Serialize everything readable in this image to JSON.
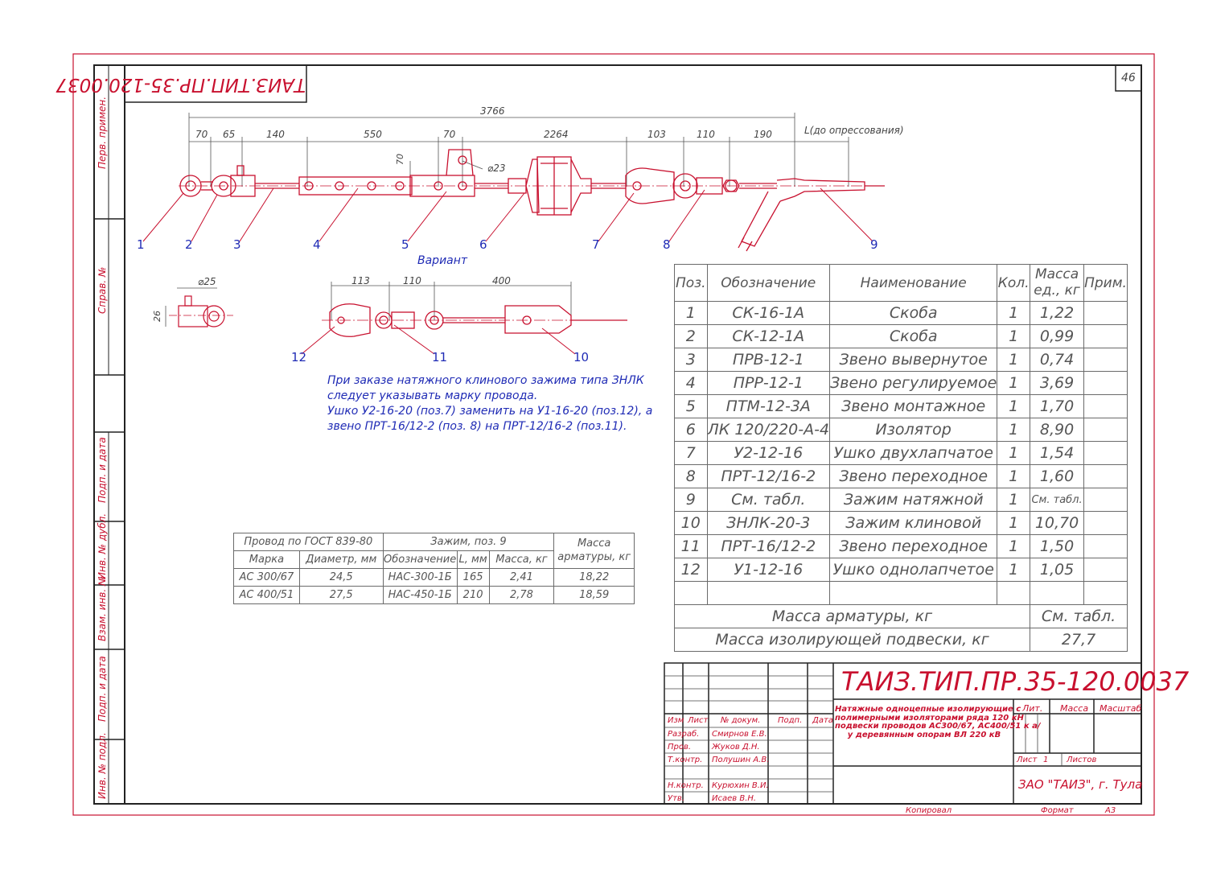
{
  "sheet": {
    "number": "46",
    "mirrored_code": "ТАИЗ.ТИП.ПР.35-120.0037",
    "copied": "Копировал",
    "format_label": "Формат",
    "format_value": "А3"
  },
  "side_strip": [
    "Перв. примен.",
    "Справ. №",
    "Подп. и дата",
    "Инв. № дубл.",
    "Взам. инв. №",
    "Подп. и дата",
    "Инв. № подл."
  ],
  "drawing": {
    "dims": [
      "3766",
      "70",
      "65",
      "140",
      "550",
      "70",
      "2264",
      "103",
      "110",
      "190",
      "L(до опрессования)",
      "70",
      "⌀23"
    ],
    "positions": [
      "1",
      "2",
      "3",
      "4",
      "5",
      "6",
      "7",
      "8",
      "9"
    ],
    "variant_title": "Вариант",
    "variant_dims": [
      "113",
      "110",
      "400"
    ],
    "variant_positions": [
      "12",
      "11",
      "10"
    ],
    "detail_dims": [
      "⌀25",
      "26"
    ]
  },
  "note": [
    "При заказе натяжного клинового зажима типа ЗНЛК",
    "следует указывать марку провода.",
    "Ушко У2-16-20 (поз.7) заменить на У1-16-20 (поз.12), а",
    "звено ПРТ-16/12-2 (поз. 8) на ПРТ-12/16-2 (поз.11)."
  ],
  "spec_table": {
    "headers": [
      "Поз.",
      "Обозначение",
      "Наименование",
      "Кол.",
      "Масса ед., кг",
      "Прим."
    ],
    "rows": [
      [
        "1",
        "СК-16-1А",
        "Скоба",
        "1",
        "1,22",
        ""
      ],
      [
        "2",
        "СК-12-1А",
        "Скоба",
        "1",
        "0,99",
        ""
      ],
      [
        "3",
        "ПРВ-12-1",
        "Звено вывернутое",
        "1",
        "0,74",
        ""
      ],
      [
        "4",
        "ПРР-12-1",
        "Звено регулируемое",
        "1",
        "3,69",
        ""
      ],
      [
        "5",
        "ПТМ-12-3А",
        "Звено монтажное",
        "1",
        "1,70",
        ""
      ],
      [
        "6",
        "ЛК 120/220-А-4",
        "Изолятор",
        "1",
        "8,90",
        ""
      ],
      [
        "7",
        "У2-12-16",
        "Ушко двухлапчатое",
        "1",
        "1,54",
        ""
      ],
      [
        "8",
        "ПРТ-12/16-2",
        "Звено переходное",
        "1",
        "1,60",
        ""
      ],
      [
        "9",
        "См. табл.",
        "Зажим натяжной",
        "1",
        "См. табл.",
        ""
      ],
      [
        "10",
        "ЗНЛК-20-3",
        "Зажим клиновой",
        "1",
        "10,70",
        ""
      ],
      [
        "11",
        "ПРТ-16/12-2",
        "Звено переходное",
        "1",
        "1,50",
        ""
      ],
      [
        "12",
        "У1-12-16",
        "Ушко однолапчетое",
        "1",
        "1,05",
        ""
      ]
    ],
    "mass_fittings_label": "Масса арматуры, кг",
    "mass_fittings_value": "См. табл.",
    "mass_suspension_label": "Масса изолирующей подвески, кг",
    "mass_suspension_value": "27,7"
  },
  "wire_table": {
    "group1": "Провод по ГОСТ 839-80",
    "group2": "Зажим, поз. 9",
    "group3": "Масса арматуры, кг",
    "subheaders": [
      "Марка",
      "Диаметр, мм",
      "Обозначение",
      "L, мм",
      "Масса, кг"
    ],
    "rows": [
      [
        "АС 300/67",
        "24,5",
        "НАС-300-1Б",
        "165",
        "2,41",
        "18,22"
      ],
      [
        "АС 400/51",
        "27,5",
        "НАС-450-1Б",
        "210",
        "2,78",
        "18,59"
      ]
    ]
  },
  "title_block": {
    "code": "ТАИЗ.ТИП.ПР.35-120.0037",
    "description": [
      "Натяжные одноцепные изолирующие с",
      "полимерными изоляторами ряда 120 кН",
      "подвески проводов АС300/67, АС400/51 к а/",
      "у деревянным опорам ВЛ 220 кВ"
    ],
    "col_headers": [
      "Изм",
      "Лист",
      "№ докум.",
      "Подп.",
      "Дата"
    ],
    "roles": [
      {
        "role": "Разраб.",
        "name": "Смирнов Е.В."
      },
      {
        "role": "Пров.",
        "name": "Жуков Д.Н."
      },
      {
        "role": "Т.контр.",
        "name": "Полушин А.В."
      },
      {
        "role": "Н.контр.",
        "name": "Курюхин В.И."
      },
      {
        "role": "Утв.",
        "name": "Исаев В.Н."
      }
    ],
    "lit": "Лит.",
    "mass": "Масса",
    "scale": "Масштаб",
    "sheet_label": "Лист",
    "sheet_value": "1",
    "sheets_label": "Листов",
    "company": "ЗАО \"ТАИЗ\", г. Тула"
  },
  "colors": {
    "frame": "#c8102e",
    "ink": "#1f2bb5",
    "line": "#333333"
  }
}
